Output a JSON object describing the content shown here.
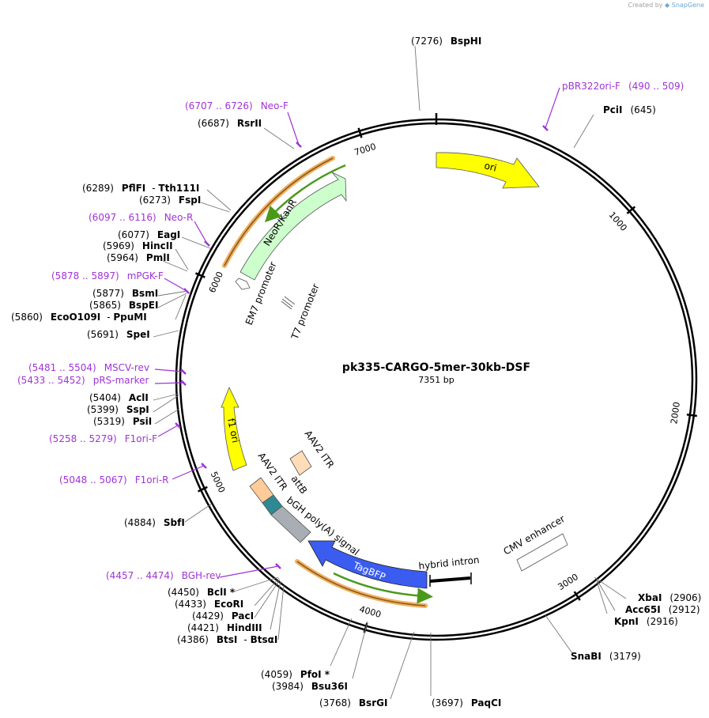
{
  "plasmid": {
    "name": "pk335-CARGO-5mer-30kb-DSF",
    "size_label": "7351 bp"
  },
  "credit": {
    "prefix": "Created by",
    "brand": "SnapGene"
  },
  "ticks": [
    {
      "label": "1000",
      "pos": 1000
    },
    {
      "label": "2000",
      "pos": 2000
    },
    {
      "label": "3000",
      "pos": 3000
    },
    {
      "label": "4000",
      "pos": 4000
    },
    {
      "label": "5000",
      "pos": 5000
    },
    {
      "label": "6000",
      "pos": 6000
    },
    {
      "label": "7000",
      "pos": 7000
    }
  ],
  "sites": [
    {
      "name": "BspHI",
      "pos_label": "(7276)",
      "kind": "enzyme"
    },
    {
      "name": "pBR322ori-F",
      "pos_label": "(490 .. 509)",
      "kind": "primer"
    },
    {
      "name": "PciI",
      "pos_label": "(645)",
      "kind": "enzyme"
    },
    {
      "name": "Neo-F",
      "pos_label": "(6707 .. 6726)",
      "kind": "primer"
    },
    {
      "name": "RsrII",
      "pos_label": "(6687)",
      "kind": "enzyme"
    },
    {
      "name": "PflFI",
      "pos_label": "(6289)",
      "kind": "enzyme",
      "extra": "- Tth111I"
    },
    {
      "name": "FspI",
      "pos_label": "(6273)",
      "kind": "enzyme"
    },
    {
      "name": "Neo-R",
      "pos_label": "(6097 .. 6116)",
      "kind": "primer"
    },
    {
      "name": "EagI",
      "pos_label": "(6077)",
      "kind": "enzyme"
    },
    {
      "name": "HincII",
      "pos_label": "(5969)",
      "kind": "enzyme"
    },
    {
      "name": "PmlI",
      "pos_label": "(5964)",
      "kind": "enzyme"
    },
    {
      "name": "mPGK-F",
      "pos_label": "(5878 .. 5897)",
      "kind": "primer"
    },
    {
      "name": "BsmI",
      "pos_label": "(5877)",
      "kind": "enzyme"
    },
    {
      "name": "BspEI",
      "pos_label": "(5865)",
      "kind": "enzyme"
    },
    {
      "name": "EcoO109I",
      "pos_label": "(5860)",
      "kind": "enzyme",
      "extra": "- PpuMI"
    },
    {
      "name": "SpeI",
      "pos_label": "(5691)",
      "kind": "enzyme"
    },
    {
      "name": "MSCV-rev",
      "pos_label": "(5481 .. 5504)",
      "kind": "primer"
    },
    {
      "name": "pRS-marker",
      "pos_label": "(5433 .. 5452)",
      "kind": "primer"
    },
    {
      "name": "AclI",
      "pos_label": "(5404)",
      "kind": "enzyme"
    },
    {
      "name": "SspI",
      "pos_label": "(5399)",
      "kind": "enzyme"
    },
    {
      "name": "PsiI",
      "pos_label": "(5319)",
      "kind": "enzyme"
    },
    {
      "name": "F1ori-F",
      "pos_label": "(5258 .. 5279)",
      "kind": "primer"
    },
    {
      "name": "F1ori-R",
      "pos_label": "(5048 .. 5067)",
      "kind": "primer"
    },
    {
      "name": "SbfI",
      "pos_label": "(4884)",
      "kind": "enzyme"
    },
    {
      "name": "BGH-rev",
      "pos_label": "(4457 .. 4474)",
      "kind": "primer"
    },
    {
      "name": "BclI *",
      "pos_label": "(4450)",
      "kind": "enzyme"
    },
    {
      "name": "EcoRI",
      "pos_label": "(4433)",
      "kind": "enzyme"
    },
    {
      "name": "PacI",
      "pos_label": "(4429)",
      "kind": "enzyme"
    },
    {
      "name": "HindIII",
      "pos_label": "(4421)",
      "kind": "enzyme"
    },
    {
      "name": "BtsI",
      "pos_label": "(4386)",
      "kind": "enzyme",
      "extra": "- BtsαI"
    },
    {
      "name": "PfoI *",
      "pos_label": "(4059)",
      "kind": "enzyme"
    },
    {
      "name": "Bsu36I",
      "pos_label": "(3984)",
      "kind": "enzyme"
    },
    {
      "name": "BsrGI",
      "pos_label": "(3768)",
      "kind": "enzyme"
    },
    {
      "name": "PaqCI",
      "pos_label": "(3697)",
      "kind": "enzyme"
    },
    {
      "name": "SnaBI",
      "pos_label": "(3179)",
      "kind": "enzyme"
    },
    {
      "name": "XbaI",
      "pos_label": "(2906)",
      "kind": "enzyme"
    },
    {
      "name": "Acc65I",
      "pos_label": "(2912)",
      "kind": "enzyme"
    },
    {
      "name": "KpnI",
      "pos_label": "(2916)",
      "kind": "enzyme"
    }
  ],
  "features": [
    {
      "name": "ori",
      "color": "#ffff00"
    },
    {
      "name": "NeoR/KanR",
      "color": "#ccffcc"
    },
    {
      "name": "EM7 promoter",
      "color": "#ffffff"
    },
    {
      "name": "T7 promoter",
      "color": "#ffffff"
    },
    {
      "name": "AAV2 ITR",
      "color": "#ffddb8"
    },
    {
      "name": "AAV2 ITR",
      "color": "#ffcc99"
    },
    {
      "name": "attB",
      "color": "#2d8a94"
    },
    {
      "name": "bGH poly(A) signal",
      "color": "#a8aeb4"
    },
    {
      "name": "f1 ori",
      "color": "#ffff00"
    },
    {
      "name": "TagBFP",
      "color": "#3a5cf0"
    },
    {
      "name": "hybrid intron",
      "color": "#000000"
    },
    {
      "name": "CMV enhancer",
      "color": "#ffffff"
    }
  ],
  "colors": {
    "enzyme": "#000000",
    "primer": "#a133d6",
    "backbone": "#000000",
    "orf_line": "#4a9a1a",
    "orf_halo": "#f0b060"
  }
}
